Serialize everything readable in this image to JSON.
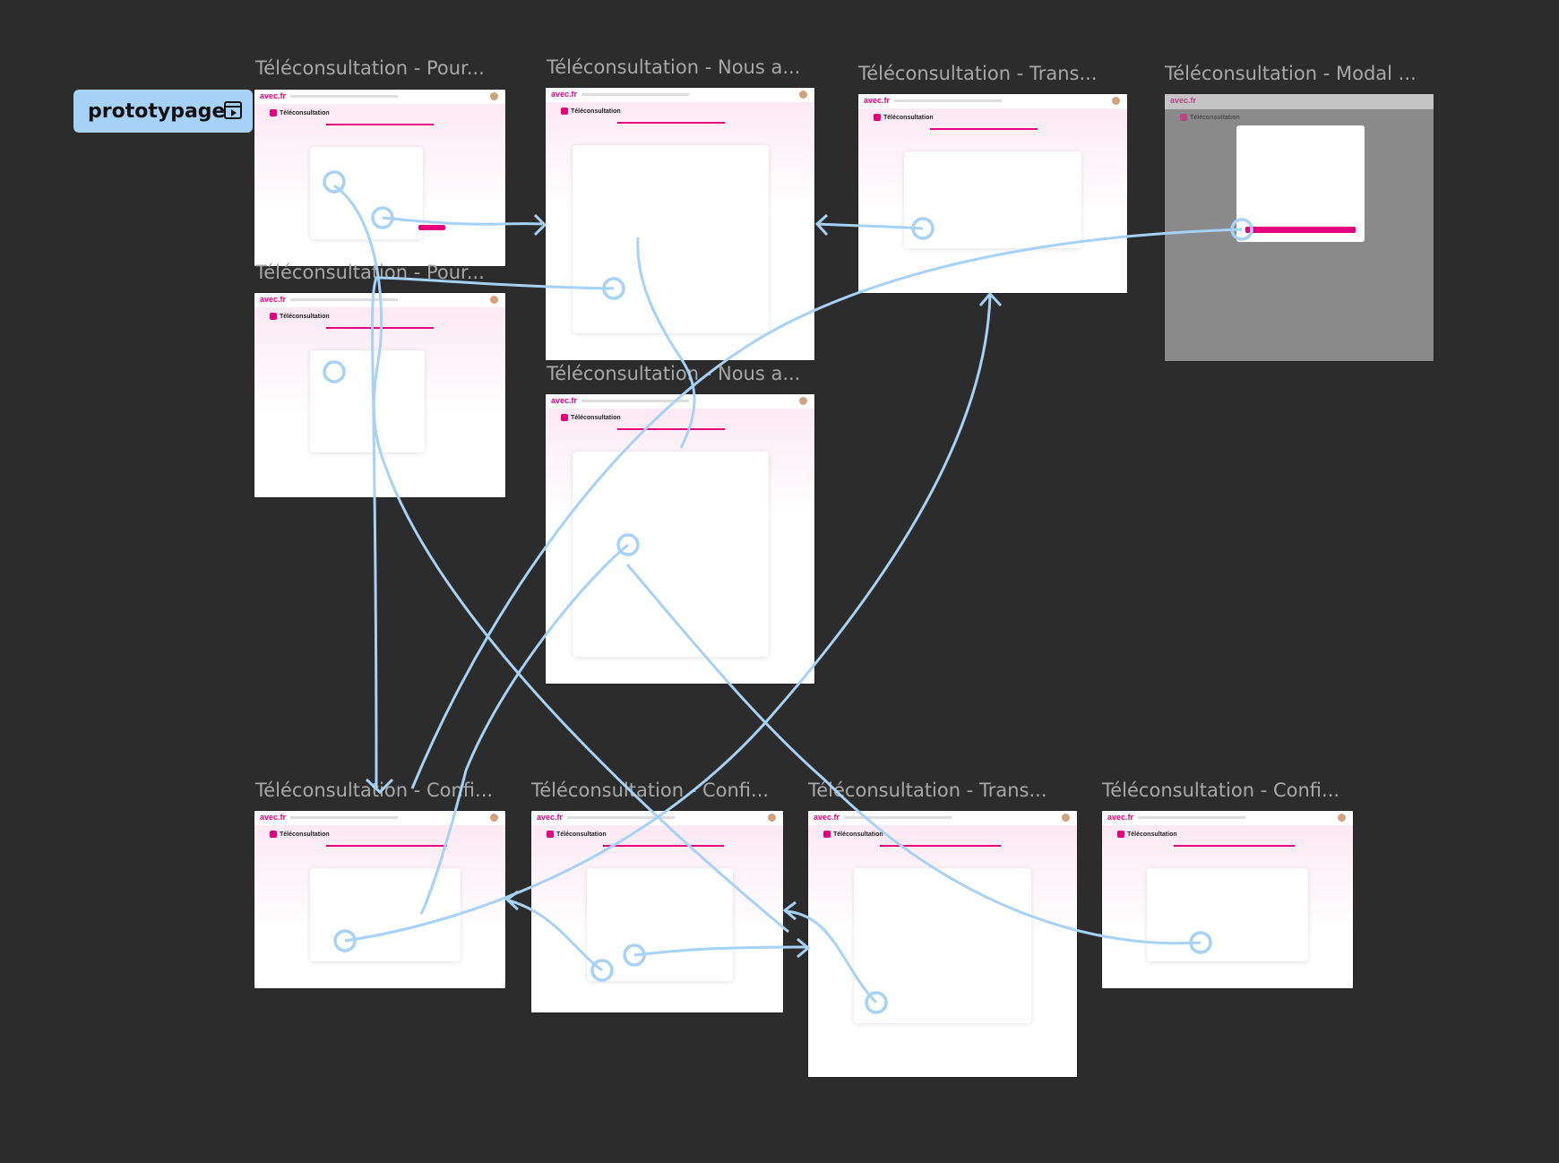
{
  "flow": {
    "label": "prototypage",
    "icon": "play-frame-icon"
  },
  "frames": [
    {
      "title": "Téléconsultation -  Pour...",
      "screen_label": "Téléconsultation"
    },
    {
      "title": "Téléconsultation - Nous a...",
      "screen_label": "Téléconsultation"
    },
    {
      "title": "Téléconsultation - Trans...",
      "screen_label": "Téléconsultation"
    },
    {
      "title": "Téléconsultation - Modal ...",
      "screen_label": "Téléconsultation"
    },
    {
      "title": "Téléconsultation -  Pour...",
      "screen_label": "Téléconsultation"
    },
    {
      "title": "Téléconsultation - Nous a...",
      "screen_label": "Téléconsultation"
    },
    {
      "title": "Téléconsultation - Confi...",
      "screen_label": "Téléconsultation"
    },
    {
      "title": "Téléconsultation - Confi...",
      "screen_label": "Téléconsultation"
    },
    {
      "title": "Téléconsultation - Trans...",
      "screen_label": "Téléconsultation"
    },
    {
      "title": "Téléconsultation - Confi...",
      "screen_label": "Téléconsultation"
    }
  ],
  "brand": {
    "logo": "avec.fr",
    "accent": "#e6007e",
    "link_color": "#a6d2f7"
  }
}
